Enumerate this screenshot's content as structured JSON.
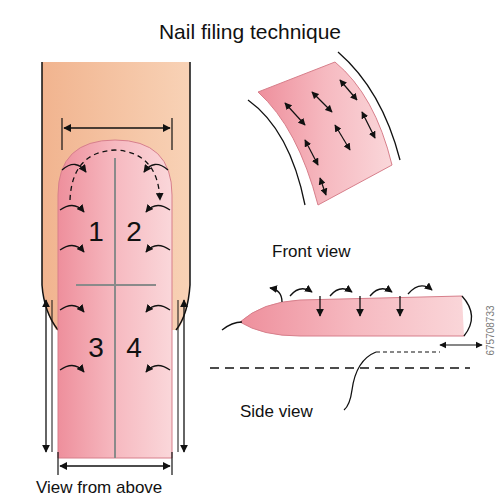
{
  "diagram": {
    "title": "Nail filing technique",
    "labels": [
      "1",
      "2",
      "3",
      "4",
      "Front view",
      "Side view",
      "View from above",
      "675708733"
    ]
  }
}
